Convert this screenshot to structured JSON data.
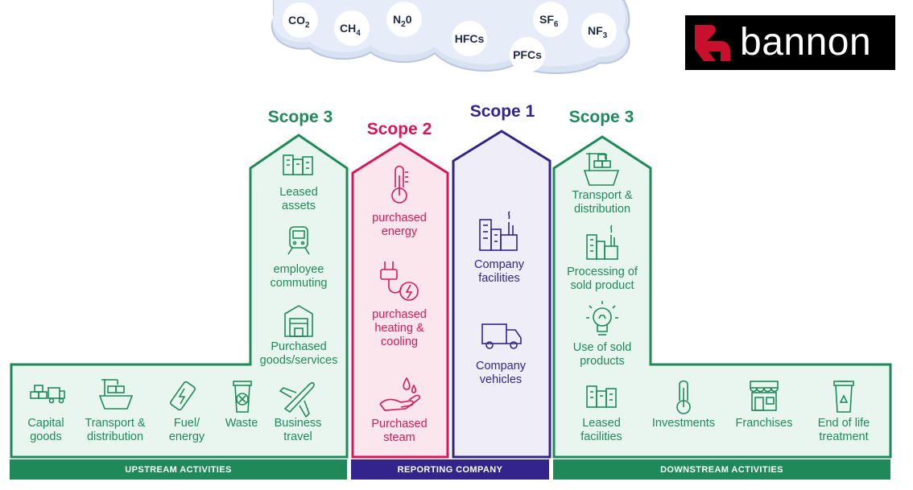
{
  "logo": {
    "text": "bannon",
    "brand_color": "#c8102e"
  },
  "gases": [
    {
      "formula": "CO",
      "sub": "2"
    },
    {
      "formula": "CH",
      "sub": "4"
    },
    {
      "formula": "N",
      "sub": "2",
      "suffix": "0"
    },
    {
      "formula": "HFCs"
    },
    {
      "formula": "PFCs"
    },
    {
      "formula": "SF",
      "sub": "6"
    },
    {
      "formula": "NF",
      "sub": "3"
    }
  ],
  "scopes": {
    "upstream": {
      "title": "Scope 3",
      "color": "#1e8a5a",
      "tower_items": [
        {
          "icon": "office-building-icon",
          "lines": [
            "Leased",
            "assets"
          ]
        },
        {
          "icon": "train-icon",
          "lines": [
            "employee",
            "commuting"
          ]
        },
        {
          "icon": "warehouse-icon",
          "lines": [
            "Purchased",
            "goods/services"
          ]
        }
      ],
      "base_items": [
        {
          "icon": "goods-truck-icon",
          "lines": [
            "Capital",
            "goods"
          ]
        },
        {
          "icon": "cargo-ship-icon",
          "lines": [
            "Transport &",
            "distribution"
          ]
        },
        {
          "icon": "energy-battery-icon",
          "lines": [
            "Fuel/",
            "energy"
          ]
        },
        {
          "icon": "waste-bin-icon",
          "lines": [
            "Waste"
          ]
        },
        {
          "icon": "airplane-icon",
          "lines": [
            "Business",
            "travel"
          ]
        }
      ],
      "bar_label": "UPSTREAM ACTIVITIES"
    },
    "scope2": {
      "title": "Scope 2",
      "color": "#d8175a",
      "items": [
        {
          "icon": "thermometer-icon",
          "lines": [
            "purchased",
            "energy"
          ]
        },
        {
          "icon": "plug-lightning-icon",
          "lines": [
            "purchased",
            "heating &",
            "cooling"
          ]
        },
        {
          "icon": "steam-hand-icon",
          "lines": [
            "Purchased",
            "steam"
          ]
        }
      ]
    },
    "scope1": {
      "title": "Scope 1",
      "color": "#33248c",
      "items": [
        {
          "icon": "factory-icon",
          "lines": [
            "Company",
            "facilities"
          ]
        },
        {
          "icon": "delivery-truck-icon",
          "lines": [
            "Company",
            "vehicles"
          ]
        }
      ],
      "bar_label": "REPORTING COMPANY"
    },
    "downstream": {
      "title": "Scope 3",
      "color": "#1e8a5a",
      "tower_items": [
        {
          "icon": "cargo-ship-icon",
          "lines": [
            "Transport &",
            "distribution"
          ]
        },
        {
          "icon": "factory-icon",
          "lines": [
            "Processing of",
            "sold product"
          ]
        },
        {
          "icon": "lightbulb-icon",
          "lines": [
            "Use of sold",
            "products"
          ]
        }
      ],
      "base_items": [
        {
          "icon": "office-building-icon",
          "lines": [
            "Leased",
            "facilities"
          ]
        },
        {
          "icon": "thermometer-icon",
          "lines": [
            "Investments"
          ]
        },
        {
          "icon": "storefront-icon",
          "lines": [
            "Franchises"
          ]
        },
        {
          "icon": "recycle-bin-icon",
          "lines": [
            "End of life",
            "treatment"
          ]
        }
      ],
      "bar_label": "DOWNSTREAM ACTIVITIES"
    }
  }
}
